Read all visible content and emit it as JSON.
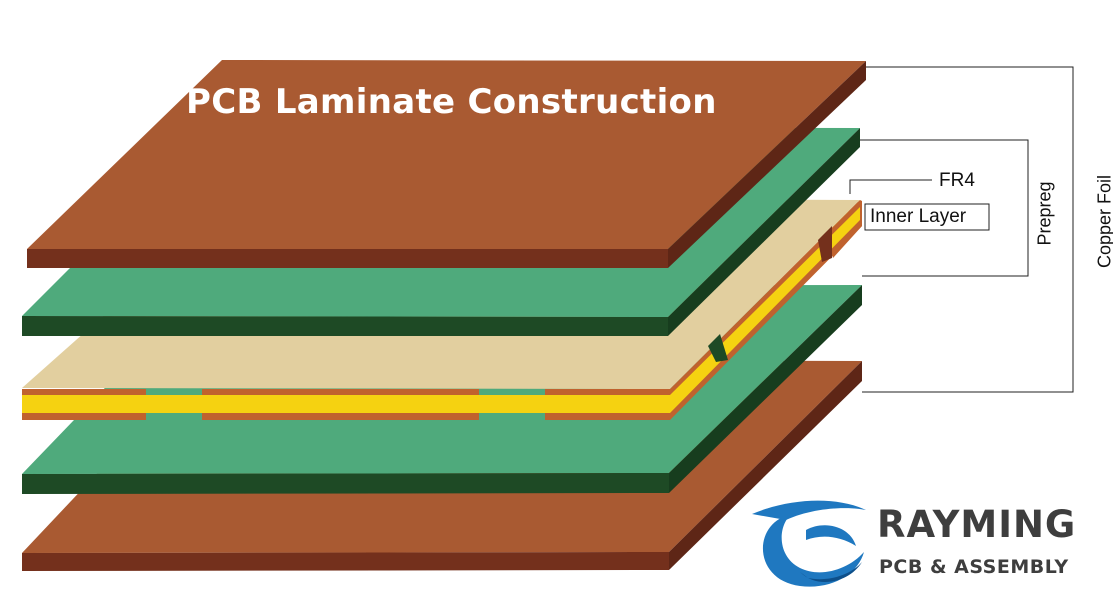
{
  "title": "PCB Laminate Construction",
  "labels": {
    "fr4": "FR4",
    "inner_layer": "Inner Layer",
    "prepreg": "Prepreg",
    "copper_foil": "Copper Foil"
  },
  "brand": {
    "name": "RAYMING",
    "tagline": "PCB & ASSEMBLY"
  },
  "colors": {
    "copper_top": "#a95a32",
    "copper_side": "#74301c",
    "prepreg_top": "#4faa7c",
    "prepreg_side": "#1e4a25",
    "fr4_top": "#e2cf9f",
    "inner_copper": "#c0622e",
    "inner_yellow": "#f5d211",
    "logo_blue": "#1f78c0"
  }
}
